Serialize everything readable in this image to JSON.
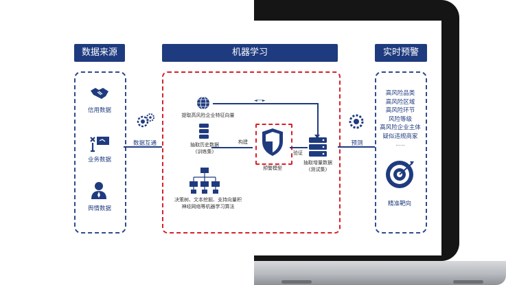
{
  "headers": {
    "data_source": "数据来源",
    "machine_learning": "机器学习",
    "realtime_warning": "实时预警"
  },
  "sources": [
    {
      "label": "信用数据",
      "icon": "handshake-icon"
    },
    {
      "label": "业务数据",
      "icon": "tools-icon"
    },
    {
      "label": "舆情数据",
      "icon": "user-icon"
    }
  ],
  "connector_left": "数据互通",
  "ml": {
    "extract_features": "提取高风险企业特征向量",
    "history_data": "抽取历史数据\n(训练集)",
    "algorithms": "决策树、文本挖掘、支持向量积\n神经网络等机器学习算法",
    "build": "构建",
    "model": "预警模型",
    "verify": "验证",
    "test_data": "抽取增量数据\n(测试集)"
  },
  "connector_right": "预测",
  "warnings": [
    "高风险品类",
    "高风险区域",
    "高风险环节",
    "风险等级",
    "高风险企业主体",
    "疑似违规商家"
  ],
  "ellipsis": "......",
  "target_label": "精准靶向",
  "colors": {
    "navy": "#1f3b7f",
    "red": "#d5202a"
  }
}
